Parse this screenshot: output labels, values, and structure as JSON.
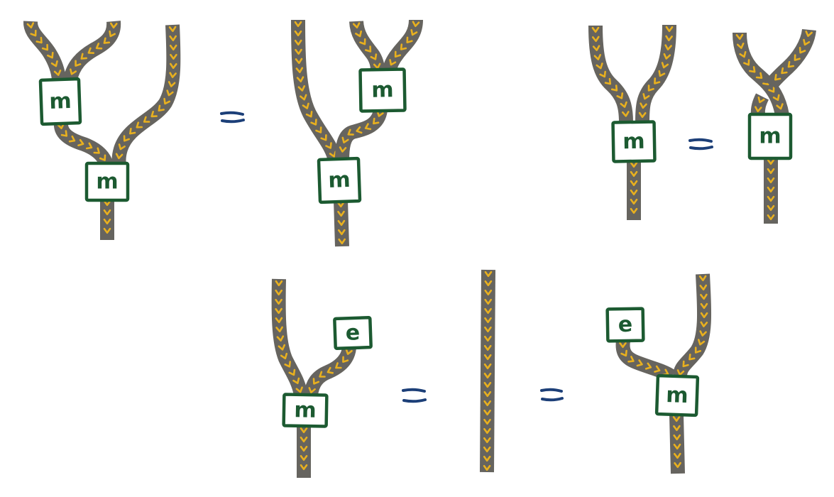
{
  "box_labels": {
    "multiplication": "m",
    "unit": "e"
  },
  "colors": {
    "wire": "#66645f",
    "chevron": "#e8b01f",
    "box_border": "#1c5a31",
    "box_label": "#1c5a31",
    "equals": "#1c3f78",
    "background": "#ffffff"
  },
  "diagram": {
    "equations": [
      "associativity",
      "commutativity",
      "unit-law"
    ],
    "icons": [
      "wire",
      "chevron-arrow",
      "equals-sign"
    ]
  }
}
